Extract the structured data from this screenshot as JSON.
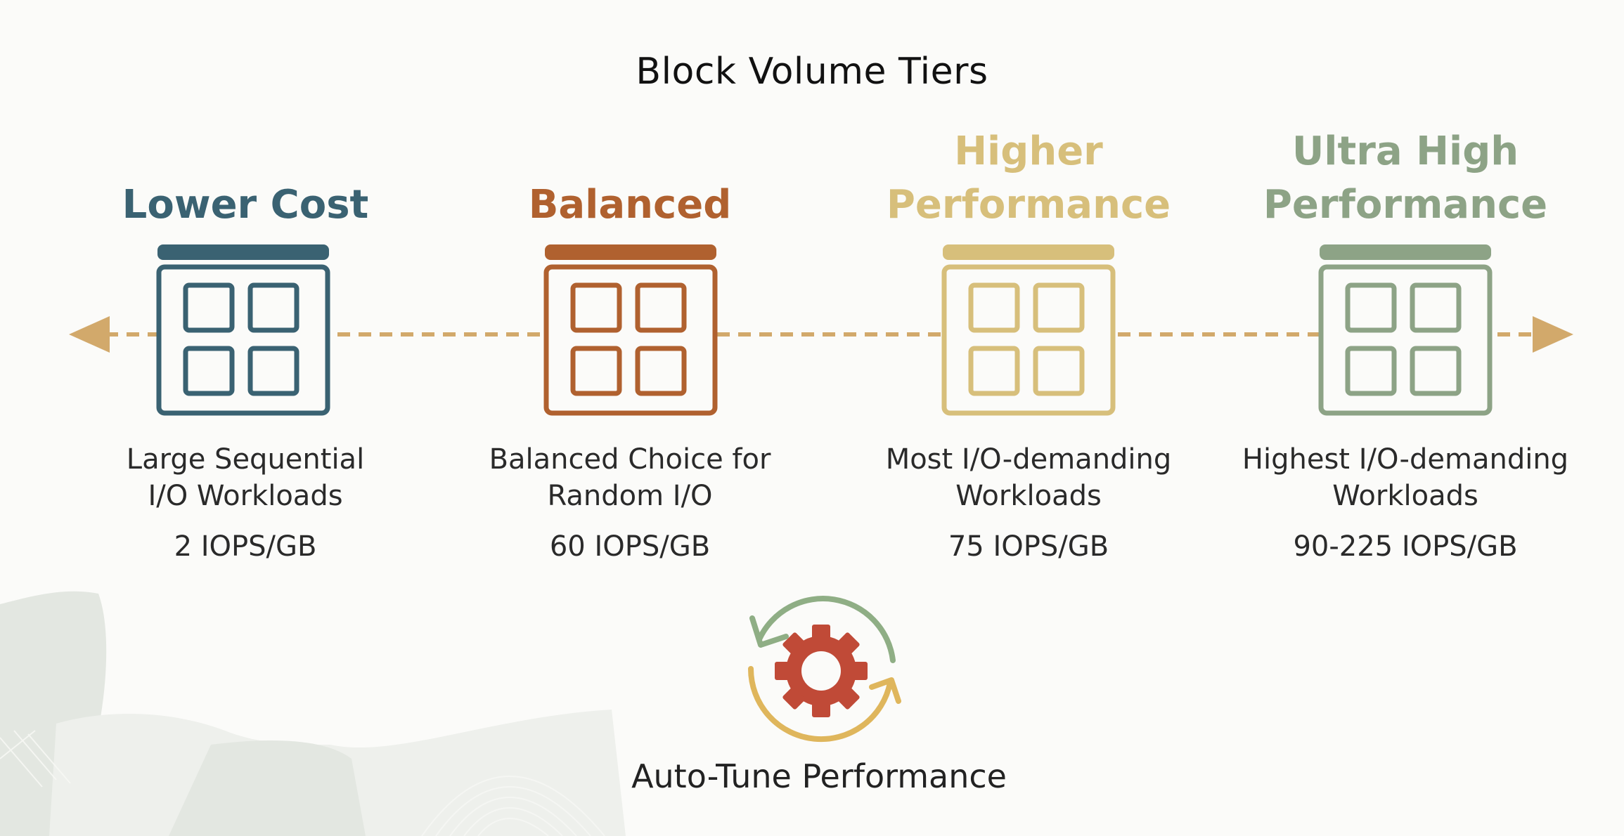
{
  "title": "Block Volume Tiers",
  "axis": {
    "left_arrow_icon": "arrow-left-icon",
    "right_arrow_icon": "arrow-right-icon",
    "color": "#d2a96b"
  },
  "tiers": [
    {
      "name_line1": "",
      "name_line2": "Lower Cost",
      "desc_line1": "Large Sequential",
      "desc_line2": "I/O Workloads",
      "iops": "2 IOPS/GB",
      "color": "#3a6272",
      "icon": "block-volume-icon"
    },
    {
      "name_line1": "",
      "name_line2": "Balanced",
      "desc_line1": "Balanced Choice for",
      "desc_line2": "Random I/O",
      "iops": "60 IOPS/GB",
      "color": "#b0612f",
      "icon": "block-volume-icon"
    },
    {
      "name_line1": "Higher",
      "name_line2": "Performance",
      "desc_line1": "Most I/O-demanding",
      "desc_line2": "Workloads",
      "iops": "75 IOPS/GB",
      "color": "#d7bf7b",
      "icon": "block-volume-icon"
    },
    {
      "name_line1": "Ultra High",
      "name_line2": "Performance",
      "desc_line1": "Highest I/O-demanding",
      "desc_line2": "Workloads",
      "iops": "90-225 IOPS/GB",
      "color": "#8da386",
      "icon": "block-volume-icon"
    }
  ],
  "autotune": {
    "label": "Auto-Tune Performance",
    "icon": "gear-cycle-icon",
    "gear_color": "#c04a37",
    "arrow_top_color": "#8fae85",
    "arrow_bottom_color": "#dfb65c"
  }
}
